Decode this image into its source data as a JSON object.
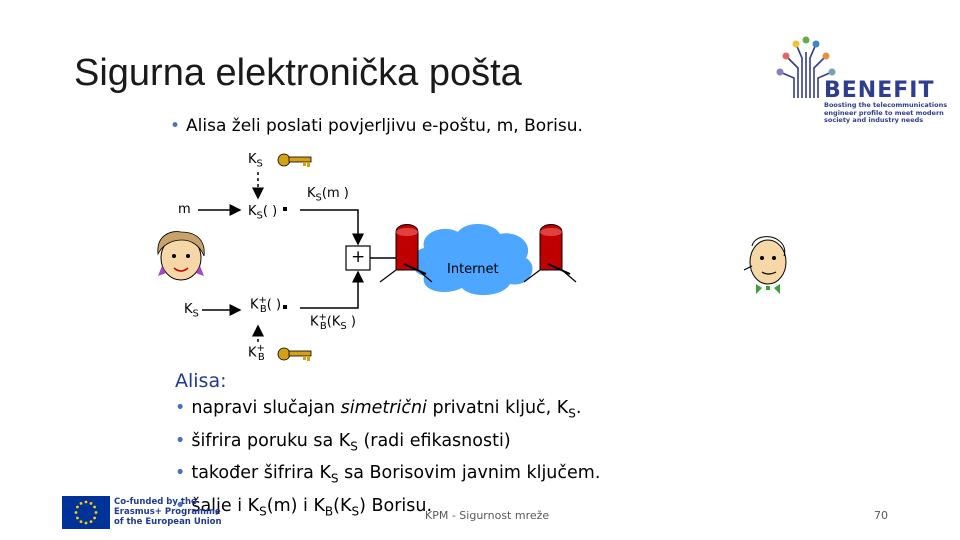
{
  "title": "Sigurna elektronička pošta",
  "intro": "Alisa želi poslati povjerljivu e-poštu, m, Borisu.",
  "bullet_char": "•",
  "logo": {
    "name": "BENEFIT",
    "tagline": "Boosting the telecommunications engineer profile to meet modern society and industry needs"
  },
  "diagram": {
    "ks_top": {
      "base": "K",
      "sub": "S"
    },
    "m_label": "m",
    "ks_encrypt": {
      "base": "K",
      "sub": "S",
      "rest": "( )"
    },
    "ks_m": {
      "base": "K",
      "sub": "S",
      "rest": "(m )"
    },
    "plus_symbol": "+",
    "internet_label": "Internet",
    "ks_left": {
      "base": "K",
      "sub": "S"
    },
    "kb_encrypt": {
      "base": "K",
      "sup": "+",
      "sub": "B",
      "rest": "( )"
    },
    "kb_ks": {
      "base": "K",
      "sup": "+",
      "sub": "B",
      "rest_pre": "(K",
      "sub2": "S",
      "rest_post": " )"
    },
    "kb_key": {
      "base": "K",
      "sup": "+",
      "sub": "B"
    }
  },
  "steps": {
    "heading": "Alisa:",
    "items": [
      {
        "pre": "napravi slučajan ",
        "em": "simetrični",
        "post": " privatni ključ, K",
        "sub": "S",
        "end": "."
      },
      {
        "pre": "šifrira poruku sa K",
        "sub": "S",
        "end": "  (radi efikasnosti)"
      },
      {
        "pre": "također šifrira K",
        "sub": "S",
        "end": " sa Borisovim javnim ključem."
      },
      {
        "pre": "šalje i K",
        "sub": "S",
        "mid": "(m) i K",
        "sub2": "B",
        "mid2": "(K",
        "sub3": "S",
        "end": ") Borisu."
      }
    ]
  },
  "eu": {
    "text": "Co-funded by the Erasmus+ Programme of the European Union"
  },
  "footer": "KPM - Sigurnost mreže",
  "page_number": "70",
  "colors": {
    "bullet": "#4472c4",
    "heading": "#1f3a93",
    "key": "#d4a017",
    "cloud": "#4da6ff",
    "router": "#c00000",
    "benefit": "#2f3d8f",
    "eu_blue": "#003399"
  }
}
